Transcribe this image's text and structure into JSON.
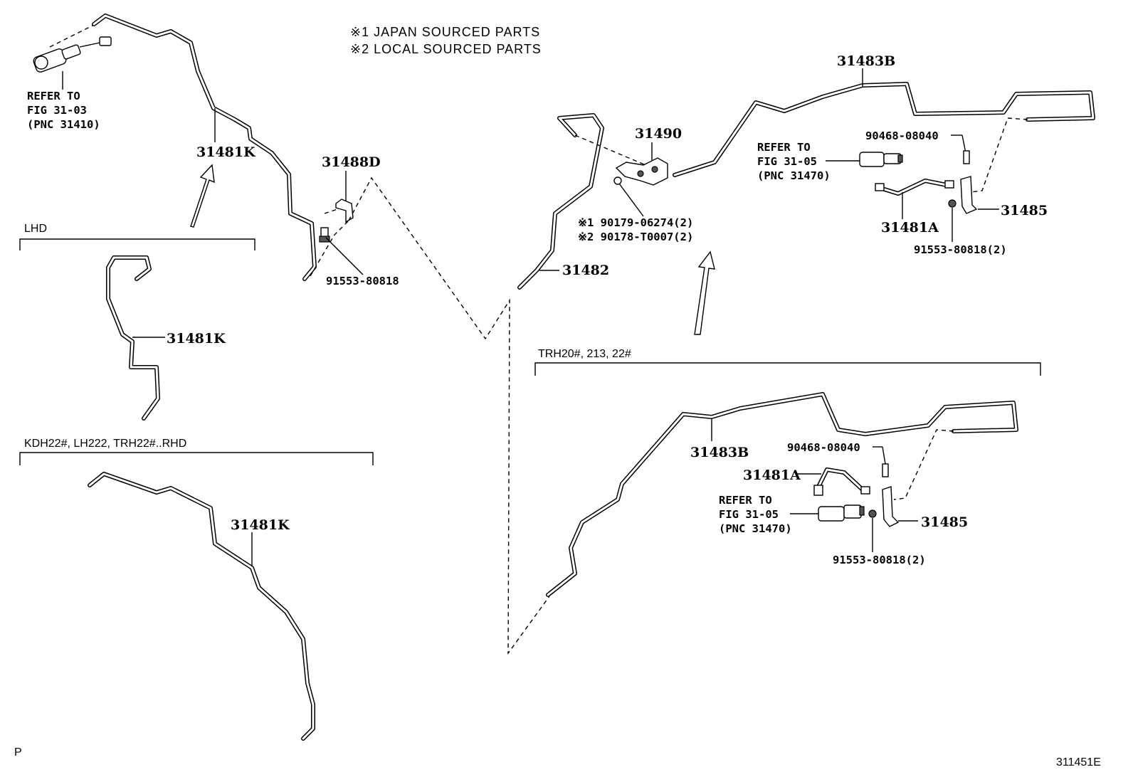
{
  "notes": {
    "japan": "※1 JAPAN SOURCED PARTS",
    "local": "※2 LOCAL SOURCED PARTS"
  },
  "refs": {
    "ref1_l1": "REFER TO",
    "ref1_l2": "FIG 31-03",
    "ref1_l3": "(PNC 31410)",
    "ref2_l1": "REFER TO",
    "ref2_l2": "FIG 31-05",
    "ref2_l3": "(PNC 31470)",
    "ref3_l1": "REFER TO",
    "ref3_l2": "FIG 31-05",
    "ref3_l3": "(PNC 31470)"
  },
  "parts": {
    "p31481K_top": "31481K",
    "p31481K_lhd": "31481K",
    "p31481K_rhd": "31481K",
    "p31488D": "31488D",
    "p91553_80818": "91553-80818",
    "p31482": "31482",
    "p31490": "31490",
    "p90179": "※1 90179-06274(2)",
    "p90178": "※2 90178-T0007(2)",
    "p31483B_top": "31483B",
    "p90468_top": "90468-08040",
    "p31481A_top": "31481A",
    "p31485_top": "31485",
    "p91553_top": "91553-80818(2)",
    "p31483B_bot": "31483B",
    "p90468_bot": "90468-08040",
    "p31481A_bot": "31481A",
    "p31485_bot": "31485",
    "p91553_bot": "91553-80818(2)"
  },
  "groups": {
    "lhd": "LHD",
    "rhd": "KDH22#, LH222, TRH22#..RHD",
    "trh": "TRH20#, 213, 22#"
  },
  "footer": {
    "left_mark": "P",
    "figure_code": "311451E"
  }
}
